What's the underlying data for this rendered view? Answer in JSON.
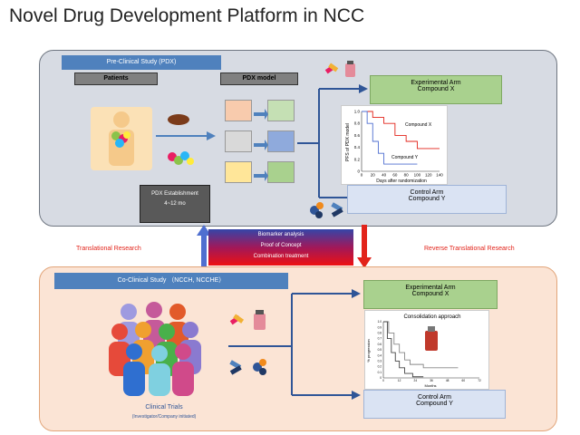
{
  "page_title": "Novel Drug Development Platform in NCC",
  "preclinical": {
    "header": "Pre-Clinical Study (PDX)",
    "patients_label": "Patients",
    "pdx_model_label": "PDX model",
    "pdx_establishment": "PDX Establishment",
    "pdx_duration": "4~12 mo",
    "experimental_arm": "Experimental Arm",
    "compound_x": "Compound X",
    "control_arm": "Control Arm",
    "compound_y": "Compound Y"
  },
  "middle": {
    "left_label": "Translational Research",
    "right_label": "Reverse Translational Research",
    "items": [
      "Biomarker analysis",
      "Proof of Concept",
      "Combination treatment"
    ]
  },
  "coclinical": {
    "header": "Co-Clinical Study （NCCH, NCCHE）",
    "experimental_arm": "Experimental Arm",
    "compound_x": "Compound X",
    "control_arm": "Control Arm",
    "compound_y": "Compound Y",
    "clinical_trials": "Clinical Trials",
    "clinical_trials_sub": "(Investigator/Company initiated)"
  },
  "chart_data": [
    {
      "type": "line",
      "title": "",
      "xlabel": "Days after randomization",
      "ylabel": "PFS of PDX model",
      "xlim": [
        0,
        140
      ],
      "ylim": [
        0,
        1.0
      ],
      "xticks": [
        "0",
        "20",
        "40",
        "60",
        "80",
        "100",
        "120",
        "140"
      ],
      "yticks": [
        "0",
        "0.2",
        "0.4",
        "0.6",
        "0.8",
        "1.0"
      ],
      "series": [
        {
          "name": "Compound X",
          "color": "#e2231a",
          "x": [
            0,
            20,
            20,
            40,
            40,
            60,
            60,
            80,
            80,
            100,
            100,
            140
          ],
          "y": [
            1.0,
            1.0,
            0.9,
            0.9,
            0.8,
            0.8,
            0.6,
            0.6,
            0.5,
            0.5,
            0.38,
            0.38
          ]
        },
        {
          "name": "Compound Y",
          "color": "#4f6fd0",
          "x": [
            0,
            10,
            10,
            20,
            20,
            30,
            30,
            40,
            40,
            100
          ],
          "y": [
            1.0,
            1.0,
            0.8,
            0.8,
            0.5,
            0.5,
            0.3,
            0.3,
            0.12,
            0.12
          ]
        }
      ]
    },
    {
      "type": "line",
      "title": "Consolidation approach",
      "xlabel": "Months",
      "ylabel": "% progression",
      "yticks": [
        "0",
        "0.1",
        "0.2",
        "0.3",
        "0.4",
        "0.5",
        "0.6",
        "0.7",
        "0.8",
        "0.9",
        "1.0"
      ],
      "xticks": [
        "0",
        "12",
        "24",
        "36",
        "48",
        "60",
        "72"
      ],
      "xlim": [
        0,
        72
      ],
      "ylim": [
        0,
        1.0
      ],
      "series": [
        {
          "color": "#888888",
          "x": [
            0,
            4,
            4,
            8,
            8,
            12,
            12,
            16,
            16,
            20,
            20,
            30,
            30,
            40,
            40,
            56
          ],
          "y": [
            1.0,
            1.0,
            0.8,
            0.8,
            0.6,
            0.6,
            0.45,
            0.45,
            0.32,
            0.32,
            0.24,
            0.24,
            0.18,
            0.18,
            0.18,
            0.18
          ]
        },
        {
          "color": "#444444",
          "x": [
            0,
            3,
            3,
            6,
            6,
            9,
            9,
            12,
            12,
            16,
            16,
            22,
            22,
            30
          ],
          "y": [
            1.0,
            1.0,
            0.7,
            0.7,
            0.45,
            0.45,
            0.3,
            0.3,
            0.18,
            0.18,
            0.08,
            0.08,
            0.02,
            0.02
          ]
        }
      ]
    }
  ]
}
